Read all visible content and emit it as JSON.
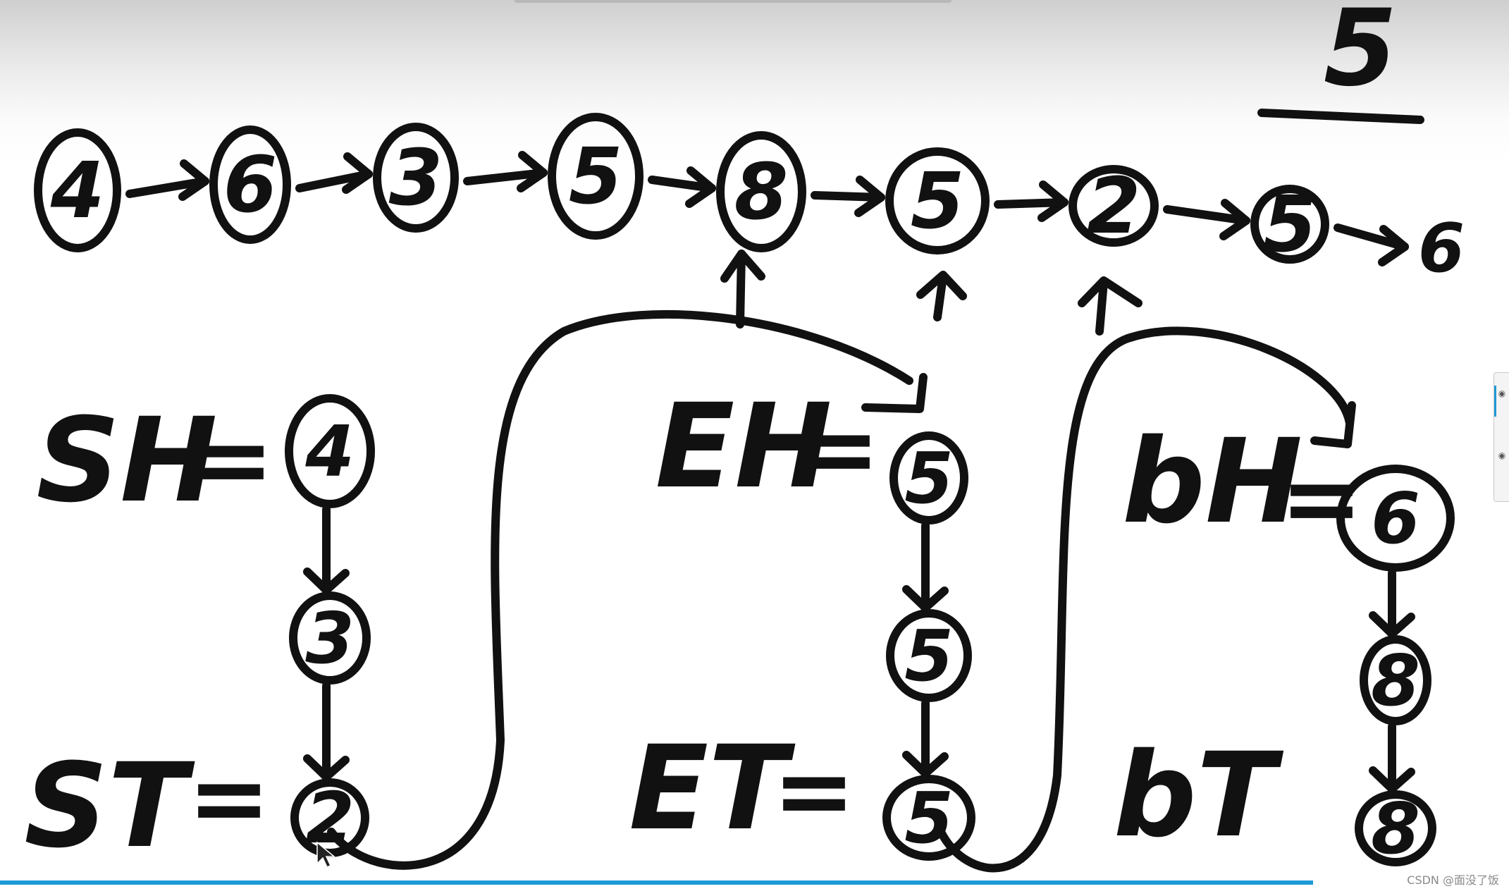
{
  "colors": {
    "ink": "#111111",
    "progress": "#1e9ad6",
    "watermark": "#8a8a8a"
  },
  "progress_fraction": 0.87,
  "header": {
    "k_value": "5"
  },
  "linked_list": [
    "4",
    "6",
    "3",
    "5",
    "8",
    "5",
    "2",
    "5",
    "6"
  ],
  "partitions": {
    "less": {
      "head_label": "SH",
      "tail_label": "ST",
      "nodes": [
        "4",
        "3",
        "2"
      ]
    },
    "equal": {
      "head_label": "EH",
      "tail_label": "ET",
      "nodes": [
        "5",
        "5",
        "5"
      ]
    },
    "big": {
      "head_label": "bH",
      "tail_label": "bT",
      "nodes": [
        "6",
        "8",
        "8"
      ]
    }
  },
  "icons": {
    "eye": "eye-icon",
    "cursor": "mouse-cursor-icon"
  },
  "watermark": "CSDN @面没了饭"
}
